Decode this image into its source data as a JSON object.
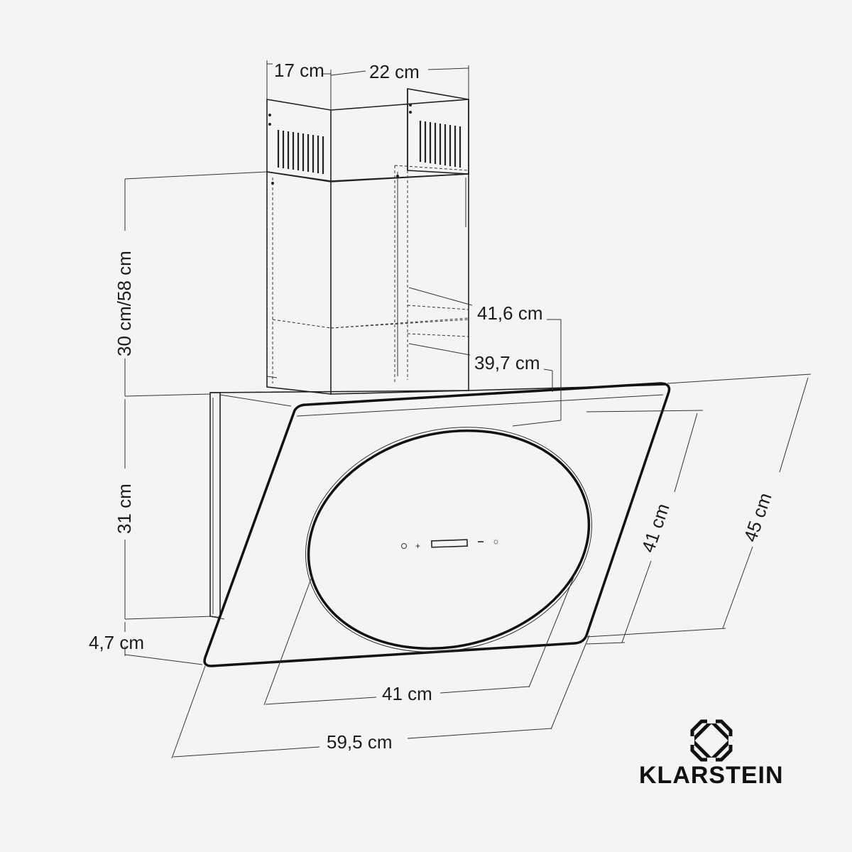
{
  "dimensions": {
    "chimney_depth": "17 cm",
    "chimney_width": "22 cm",
    "chimney_height": "30 cm/58 cm",
    "body_height": "31 cm",
    "bottom_height": "4,7 cm",
    "outer_depth": "41,6 cm",
    "inner_depth": "39,7 cm",
    "panel_width": "41 cm",
    "panel_height": "41 cm",
    "glass_height": "45 cm",
    "total_width": "59,5 cm"
  },
  "brand": {
    "name": "KLARSTEIN",
    "logo_icon": "klarstein-logo-icon"
  }
}
